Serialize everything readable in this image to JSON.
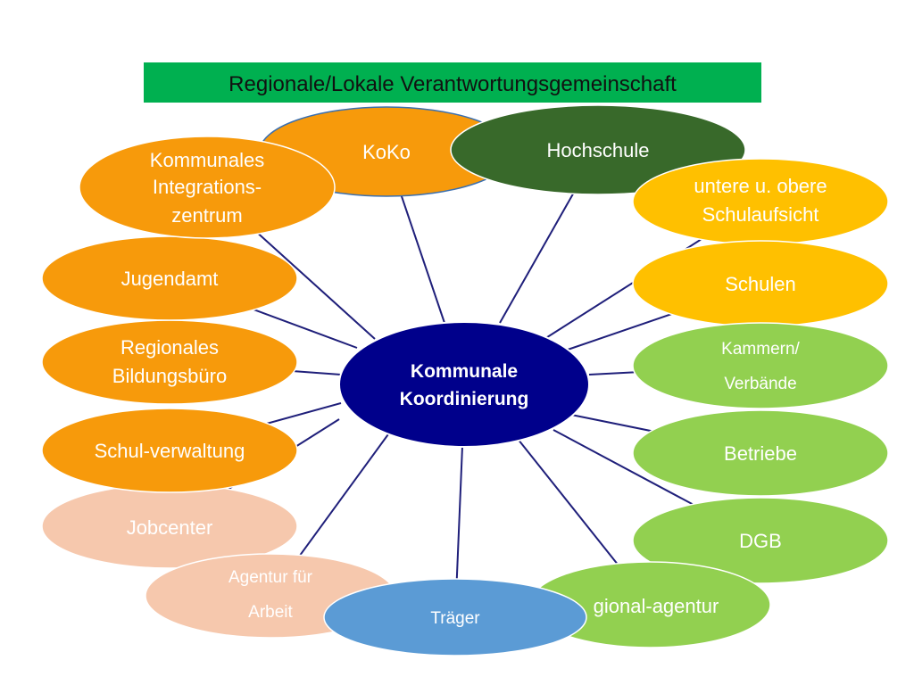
{
  "title": "Regionale/Lokale Verantwortungsgemeinschaft",
  "center": {
    "lines": [
      "Kommunale",
      "Koordinierung"
    ]
  },
  "colors": {
    "title_bar": "#00b050",
    "orange": "#f79a0b",
    "green_dark": "#38692a",
    "yellow": "#ffc000",
    "light_green": "#92d050",
    "peach": "#f6c8ad",
    "blue": "#5b9bd5",
    "navy": "#00008b",
    "connector": "#1f1f7a"
  },
  "nodes": [
    {
      "id": "jobcenter",
      "lines": [
        "Jobcenter"
      ]
    },
    {
      "id": "agentur-fuer-arbeit",
      "lines": [
        "Agentur für",
        "Arbeit"
      ]
    },
    {
      "id": "schul-verwaltung",
      "lines": [
        "Schul-verwaltung"
      ]
    },
    {
      "id": "regionales-bildungsbuero",
      "lines": [
        "Regionales",
        "Bildungsbüro"
      ]
    },
    {
      "id": "jugendamt",
      "lines": [
        "Jugendamt"
      ]
    },
    {
      "id": "koko",
      "lines": [
        "KoKo"
      ]
    },
    {
      "id": "kommunales-integrationszentrum",
      "lines": [
        "Kommunales",
        "Integrations-",
        "zentrum"
      ]
    },
    {
      "id": "hochschule",
      "lines": [
        "Hochschule"
      ]
    },
    {
      "id": "schulaufsicht",
      "lines": [
        "untere u. obere",
        "Schulaufsicht"
      ]
    },
    {
      "id": "schulen",
      "lines": [
        "Schulen"
      ]
    },
    {
      "id": "kammern-verbaende",
      "lines": [
        "Kammern/",
        "Verbände"
      ]
    },
    {
      "id": "betriebe",
      "lines": [
        "Betriebe"
      ]
    },
    {
      "id": "dgb",
      "lines": [
        "DGB"
      ]
    },
    {
      "id": "regional-agentur",
      "lines": [
        "gional-agentur"
      ]
    },
    {
      "id": "traeger",
      "lines": [
        "Träger"
      ]
    }
  ]
}
